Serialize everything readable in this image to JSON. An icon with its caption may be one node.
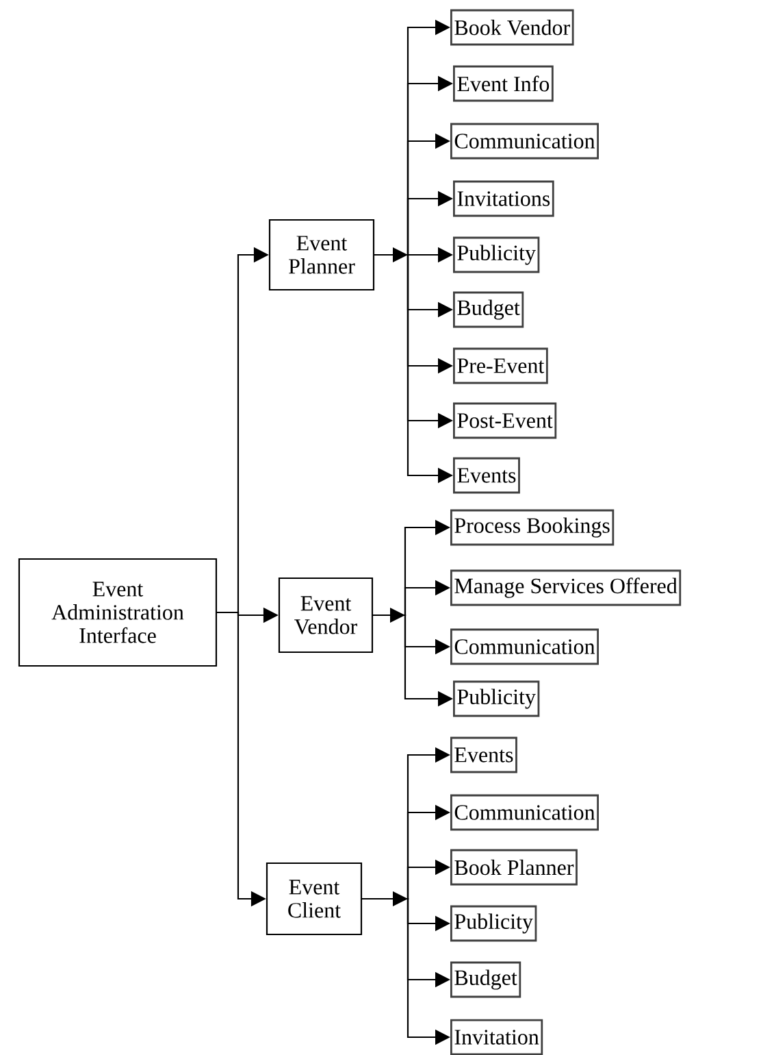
{
  "diagram": {
    "nodes": [
      {
        "text": [
          "Event Administration Interface"
        ]
      },
      {
        "text": [
          "Event Planner"
        ]
      },
      {
        "text": [
          "Book Vendor"
        ]
      },
      {
        "text": [
          "Event Info"
        ]
      },
      {
        "text": [
          "Communication"
        ]
      },
      {
        "text": [
          "Invitations"
        ]
      },
      {
        "text": [
          "Publicity"
        ]
      },
      {
        "text": [
          "Budget"
        ]
      },
      {
        "text": [
          "Pre-Event"
        ]
      },
      {
        "text": [
          "Post-Event"
        ]
      },
      {
        "text": [
          "Events"
        ]
      },
      {
        "text": [
          "Event Vendor"
        ]
      },
      {
        "text": [
          "Process Bookings"
        ]
      },
      {
        "text": [
          "Manage Services Offered"
        ]
      },
      {
        "text": [
          "Communication"
        ]
      },
      {
        "text": [
          "Publicity"
        ]
      },
      {
        "text": [
          "Event Client"
        ]
      },
      {
        "text": [
          "Events"
        ]
      },
      {
        "text": [
          "Communication"
        ]
      },
      {
        "text": [
          "Book Planner"
        ]
      },
      {
        "text": [
          "Publicity"
        ]
      },
      {
        "text": [
          "Budget"
        ]
      },
      {
        "text": [
          "Invitation"
        ]
      }
    ],
    "edges": [
      {
        "from": 0,
        "to": 1,
        "arrow": "to"
      },
      {
        "from": 0,
        "to": 11,
        "arrow": "to"
      },
      {
        "from": 0,
        "to": 16,
        "arrow": "to"
      },
      {
        "from": 1,
        "to": 2,
        "arrow": "to"
      },
      {
        "from": 1,
        "to": 3,
        "arrow": "to"
      },
      {
        "from": 1,
        "to": 4,
        "arrow": "to"
      },
      {
        "from": 1,
        "to": 5,
        "arrow": "to"
      },
      {
        "from": 1,
        "to": 6,
        "arrow": "to"
      },
      {
        "from": 1,
        "to": 7,
        "arrow": "to"
      },
      {
        "from": 1,
        "to": 8,
        "arrow": "to"
      },
      {
        "from": 1,
        "to": 9,
        "arrow": "to"
      },
      {
        "from": 1,
        "to": 10,
        "arrow": "to"
      },
      {
        "from": 11,
        "to": 12,
        "arrow": "to"
      },
      {
        "from": 11,
        "to": 13,
        "arrow": "to"
      },
      {
        "from": 11,
        "to": 14,
        "arrow": "to"
      },
      {
        "from": 11,
        "to": 15,
        "arrow": "to"
      },
      {
        "from": 16,
        "to": 17,
        "arrow": "to"
      },
      {
        "from": 16,
        "to": 18,
        "arrow": "to"
      },
      {
        "from": 16,
        "to": 19,
        "arrow": "to"
      },
      {
        "from": 16,
        "to": 20,
        "arrow": "to"
      },
      {
        "from": 16,
        "to": 21,
        "arrow": "to"
      },
      {
        "from": 16,
        "to": 22,
        "arrow": "to"
      }
    ]
  }
}
